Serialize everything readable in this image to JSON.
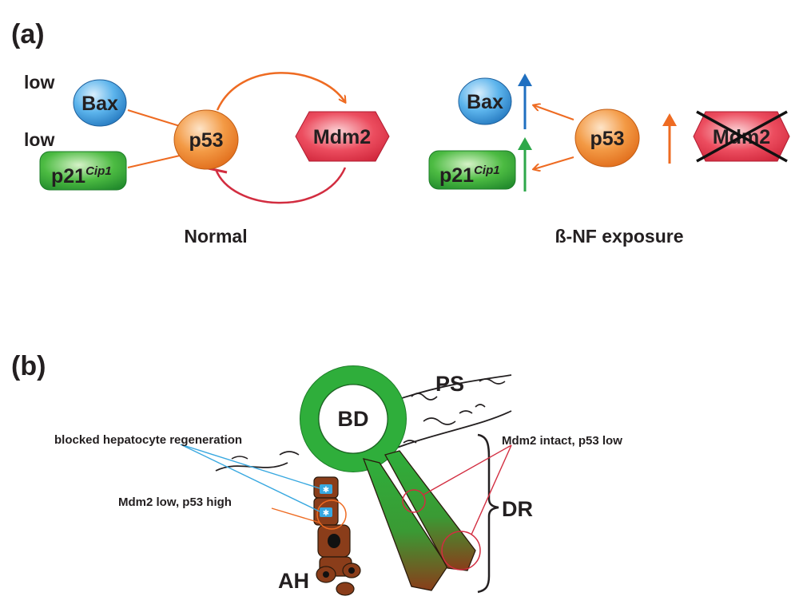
{
  "panel_a": {
    "label": "(a)",
    "normal": {
      "bax": "Bax",
      "bax_level": "low",
      "p21_main": "p21",
      "p21_sup": "Cip1",
      "p21_level": "low",
      "p53": "p53",
      "mdm2": "Mdm2",
      "caption": "Normal"
    },
    "exposure": {
      "bax": "Bax",
      "p21_main": "p21",
      "p21_sup": "Cip1",
      "p53": "p53",
      "mdm2": "Mdm2",
      "caption": "ß-NF exposure"
    }
  },
  "panel_b": {
    "label": "(b)",
    "bd": "BD",
    "ps": "PS",
    "dr": "DR",
    "ah": "AH",
    "annot_blocked": "blocked hepatocyte regeneration",
    "annot_mdm2_low": "Mdm2 low, p53 high",
    "annot_mdm2_intact": "Mdm2 intact, p53 low"
  },
  "colors": {
    "bax": "#3d9be0",
    "p21": "#35a83a",
    "p53": "#ef8a2e",
    "mdm2": "#e43447",
    "up_blue": "#1f6fc0",
    "up_green": "#2ea84a",
    "up_orange": "#ee6b22",
    "inhibit": "#d22d40",
    "biliary_green": "#2fae3b",
    "hepatocyte_brown": "#8a3d1a",
    "blue_annot": "#38a8e0",
    "red_annot": "#d22d40"
  }
}
